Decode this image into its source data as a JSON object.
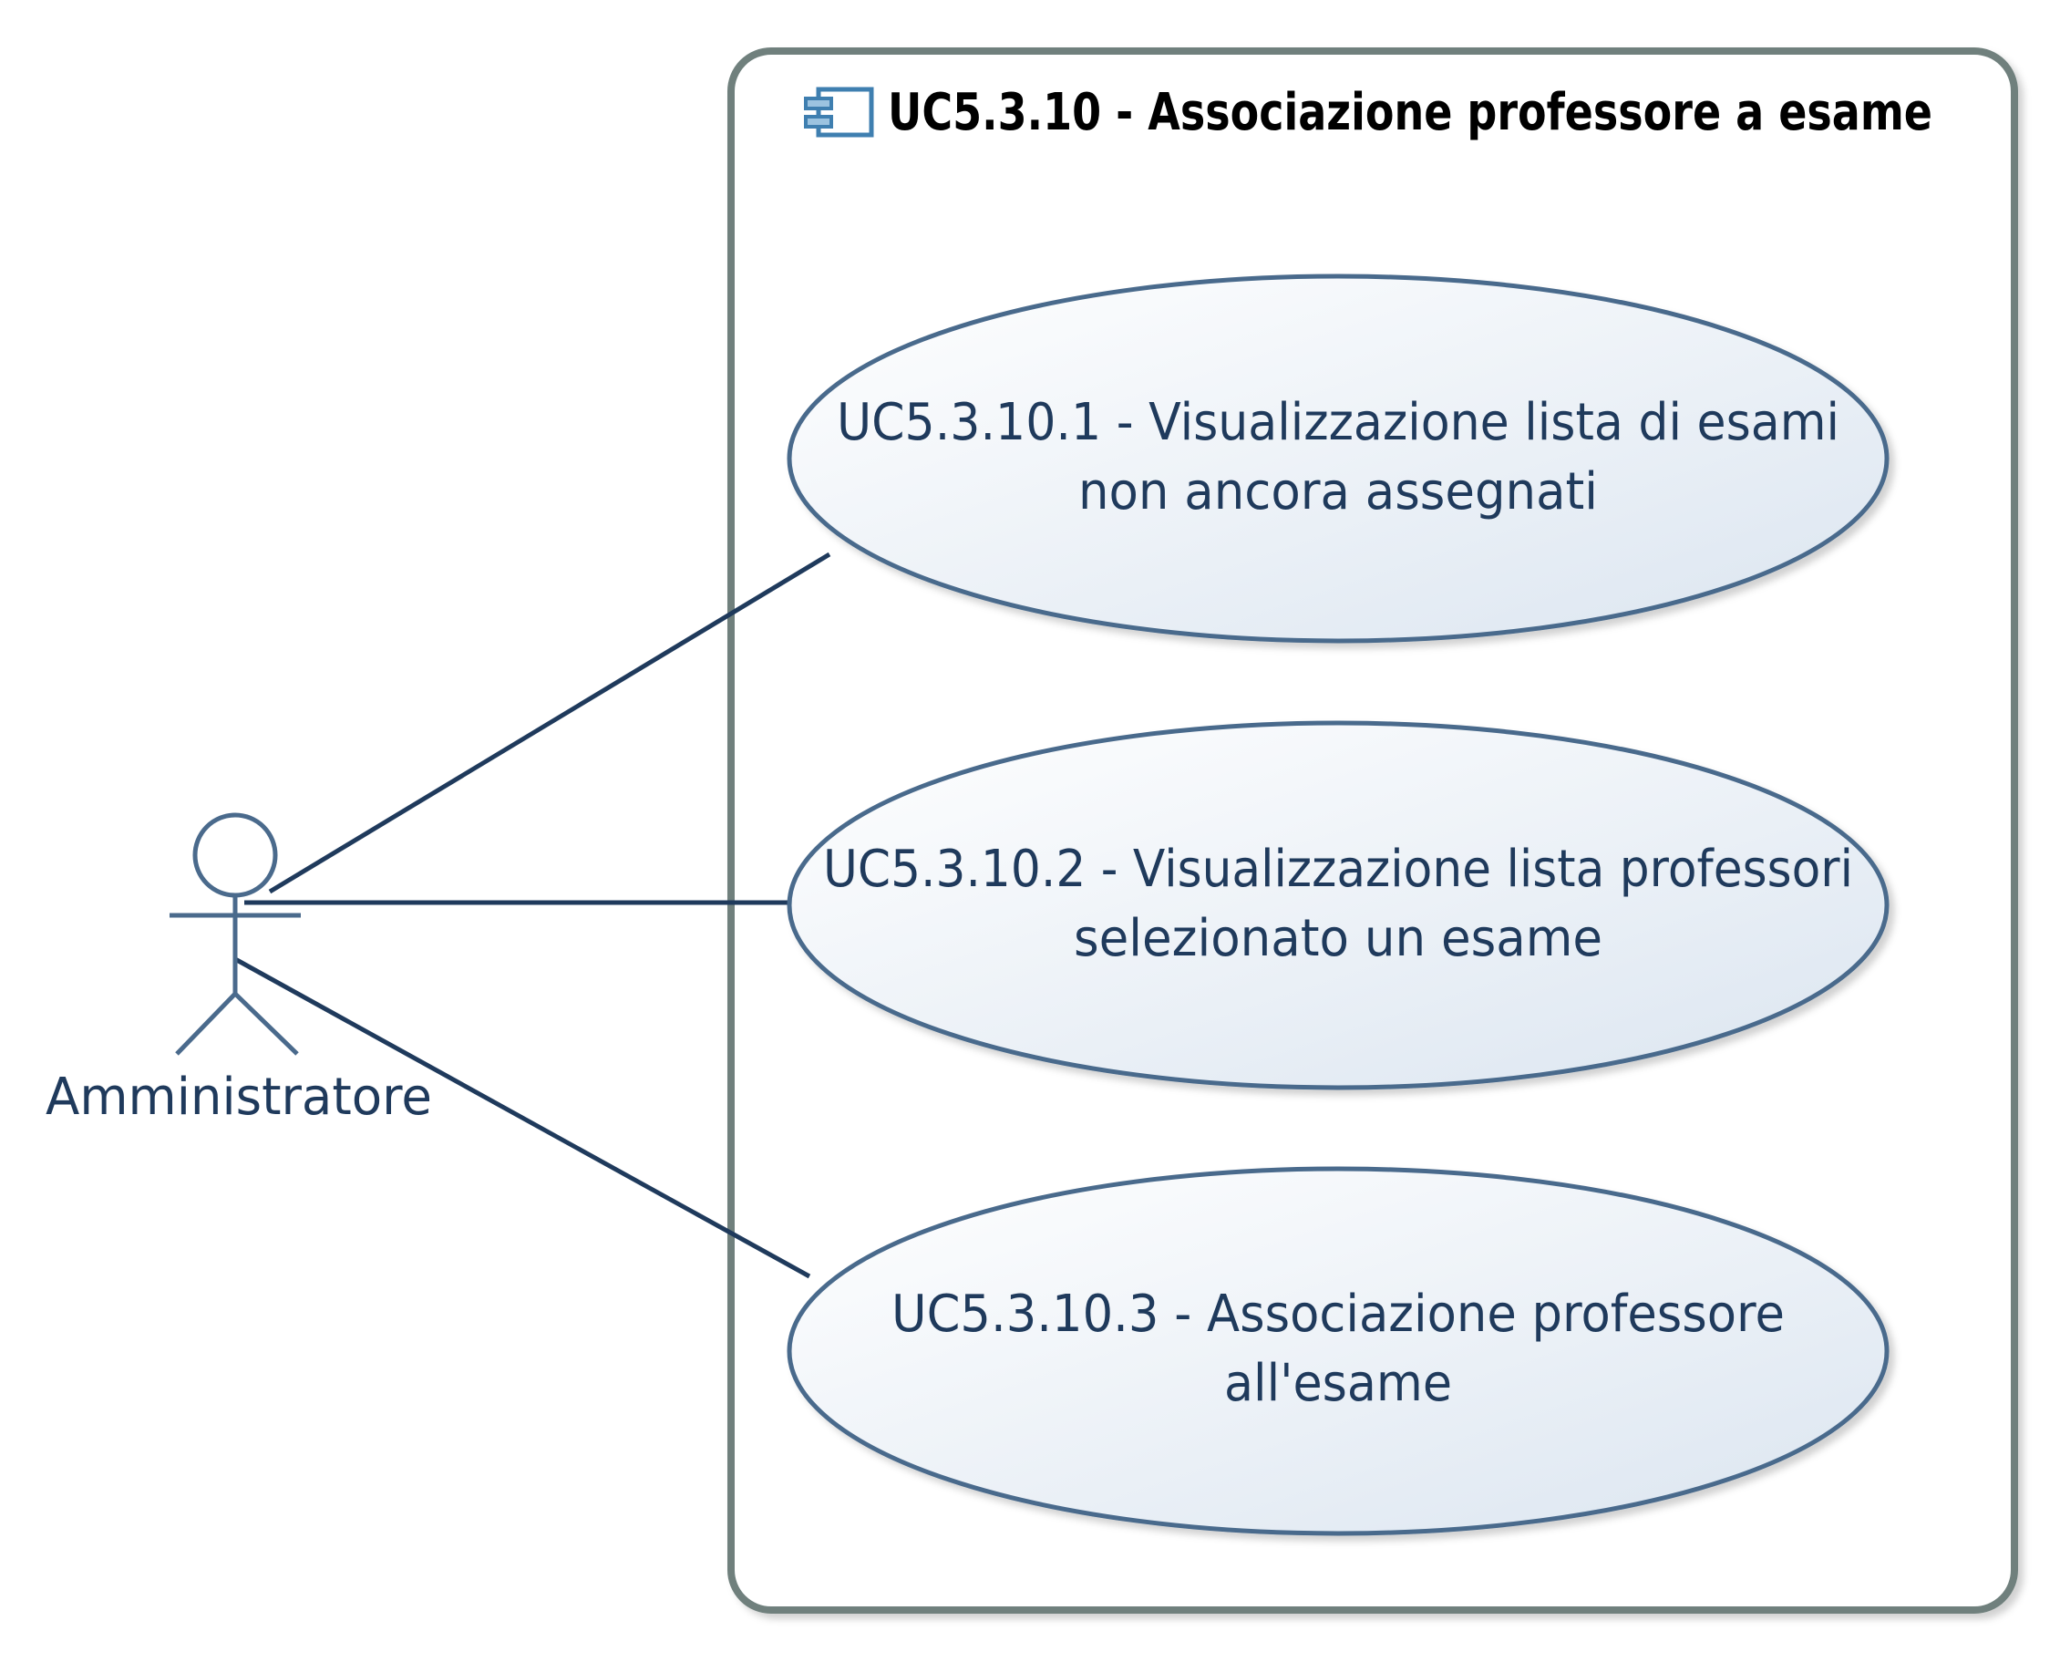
{
  "system": {
    "title": "UC5.3.10 - Associazione professore a esame",
    "icon": "component-icon"
  },
  "actor": {
    "label": "Amministratore"
  },
  "use_cases": [
    {
      "line1": "UC5.3.10.1 - Visualizzazione lista di esami",
      "line2": "non ancora assegnati"
    },
    {
      "line1": "UC5.3.10.2 - Visualizzazione lista professori",
      "line2": "selezionato un esame"
    },
    {
      "line1": "UC5.3.10.3 - Associazione professore",
      "line2": "all'esame"
    }
  ],
  "colors": {
    "system_border": "#6f807d",
    "usecase_stroke": "#4a6a8c",
    "usecase_fill_light": "#ffffff",
    "usecase_fill_dark": "#dde7f1",
    "association_line": "#1f3a5c",
    "text": "#1f3a5c"
  }
}
